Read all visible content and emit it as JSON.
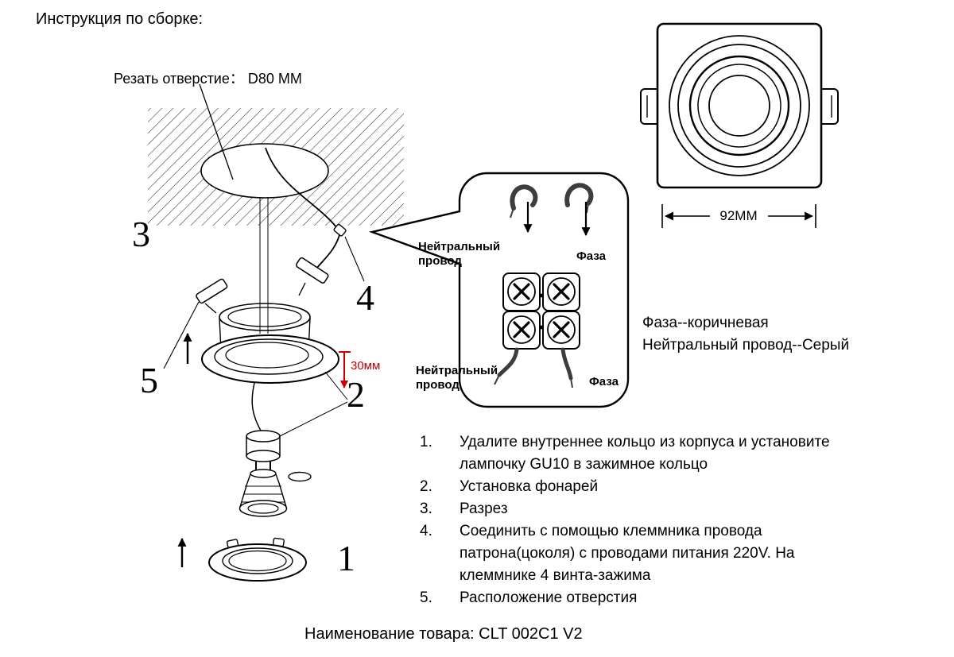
{
  "title": "Инструкция по сборке:",
  "diagram": {
    "cut_hole_label": "Резать отверстие： D80 MM",
    "depth_label": "30мм",
    "dimension_label": "92MM",
    "part_numbers": {
      "p1": "1",
      "p2": "2",
      "p3": "3",
      "p4": "4",
      "p5": "5"
    },
    "callout": {
      "neutral_top": "Нейтральный\nпровод",
      "phase_top": "Фаза",
      "neutral_bottom": "Нейтральный\nпровод",
      "phase_bottom": "Фаза"
    },
    "wiring_note_line1": "Фаза--коричневая",
    "wiring_note_line2": "Нейтральный провод--Серый"
  },
  "steps": [
    {
      "num": "1.",
      "text": "Удалите внутреннее кольцо из корпуса и установите\nлампочку GU10 в зажимное кольцо"
    },
    {
      "num": "2.",
      "text": "Установка фонарей"
    },
    {
      "num": "3.",
      "text": "Разрез"
    },
    {
      "num": "4.",
      "text": "Соединить с помощью клеммника провода\nпатрона(цоколя) с проводами питания 220V. На\nклеммнике 4 винта-зажима"
    },
    {
      "num": "5.",
      "text": "Расположение отверстия"
    }
  ],
  "footer": "Наименование товара: CLT 002C1 V2",
  "colors": {
    "red": "#cc0000",
    "line": "#000000",
    "wire": "#3d3d3d"
  }
}
